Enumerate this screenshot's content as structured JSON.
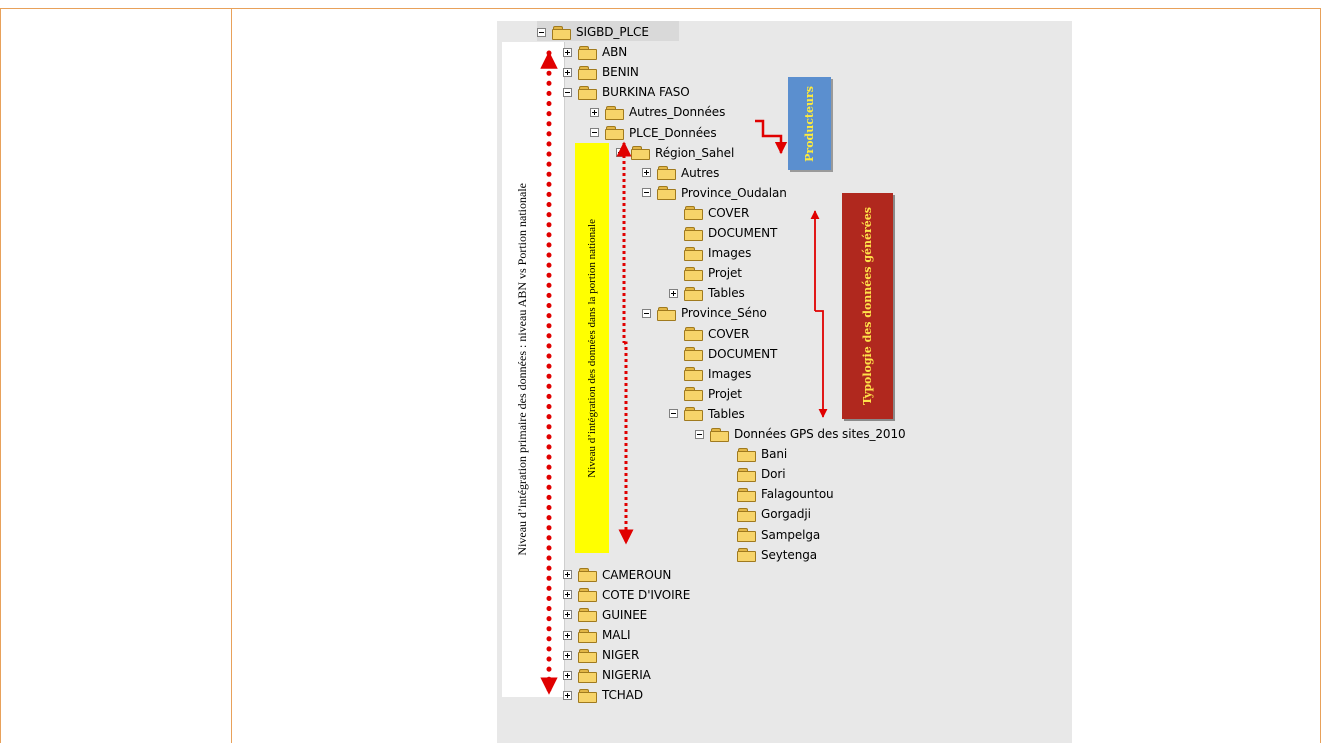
{
  "tree": [
    {
      "label": "SIGBD_PLCE",
      "level": 0,
      "toggle": "minus"
    },
    {
      "label": "ABN",
      "level": 1,
      "toggle": "plus"
    },
    {
      "label": "BENIN",
      "level": 1,
      "toggle": "plus"
    },
    {
      "label": "BURKINA FASO",
      "level": 1,
      "toggle": "minus"
    },
    {
      "label": "Autres_Données",
      "level": 2,
      "toggle": "plus"
    },
    {
      "label": "PLCE_Données",
      "level": 2,
      "toggle": "minus"
    },
    {
      "label": "Région_Sahel",
      "level": 3,
      "toggle": "minus"
    },
    {
      "label": "Autres",
      "level": 4,
      "toggle": "plus"
    },
    {
      "label": "Province_Oudalan",
      "level": 4,
      "toggle": "minus"
    },
    {
      "label": "COVER",
      "level": 5,
      "toggle": "none"
    },
    {
      "label": "DOCUMENT",
      "level": 5,
      "toggle": "none"
    },
    {
      "label": "Images",
      "level": 5,
      "toggle": "none"
    },
    {
      "label": "Projet",
      "level": 5,
      "toggle": "none"
    },
    {
      "label": "Tables",
      "level": 5,
      "toggle": "plus"
    },
    {
      "label": "Province_Séno",
      "level": 4,
      "toggle": "minus"
    },
    {
      "label": "COVER",
      "level": 5,
      "toggle": "none"
    },
    {
      "label": "DOCUMENT",
      "level": 5,
      "toggle": "none"
    },
    {
      "label": "Images",
      "level": 5,
      "toggle": "none"
    },
    {
      "label": "Projet",
      "level": 5,
      "toggle": "none"
    },
    {
      "label": "Tables",
      "level": 5,
      "toggle": "minus"
    },
    {
      "label": "Données GPS des sites_2010",
      "level": 6,
      "toggle": "minus"
    },
    {
      "label": "Bani",
      "level": 7,
      "toggle": "none"
    },
    {
      "label": "Dori",
      "level": 7,
      "toggle": "none"
    },
    {
      "label": "Falagountou",
      "level": 7,
      "toggle": "none"
    },
    {
      "label": "Gorgadji",
      "level": 7,
      "toggle": "none"
    },
    {
      "label": "Sampelga",
      "level": 7,
      "toggle": "none"
    },
    {
      "label": "Seytenga",
      "level": 7,
      "toggle": "none"
    },
    {
      "label": "CAMEROUN",
      "level": 1,
      "toggle": "plus"
    },
    {
      "label": "COTE D'IVOIRE",
      "level": 1,
      "toggle": "plus"
    },
    {
      "label": "GUINEE",
      "level": 1,
      "toggle": "plus"
    },
    {
      "label": "MALI",
      "level": 1,
      "toggle": "plus"
    },
    {
      "label": "NIGER",
      "level": 1,
      "toggle": "plus"
    },
    {
      "label": "NIGERIA",
      "level": 1,
      "toggle": "plus"
    },
    {
      "label": "TCHAD",
      "level": 1,
      "toggle": "plus"
    }
  ],
  "annotations": {
    "producers": "Producteurs",
    "data_types": "Typologie des données générées",
    "national_integration": "Niveau d’intégration des données dans la portion nationale",
    "primary_integration": "Niveau d’intégration primaire des données : niveau ABN vs Portion nationale"
  },
  "colors": {
    "frame_rule": "#e8a15a",
    "arrow_red": "#e00000",
    "producers_box": "#5b8fcf",
    "types_box": "#b0281e",
    "highlight_yellow": "#ffff00"
  }
}
